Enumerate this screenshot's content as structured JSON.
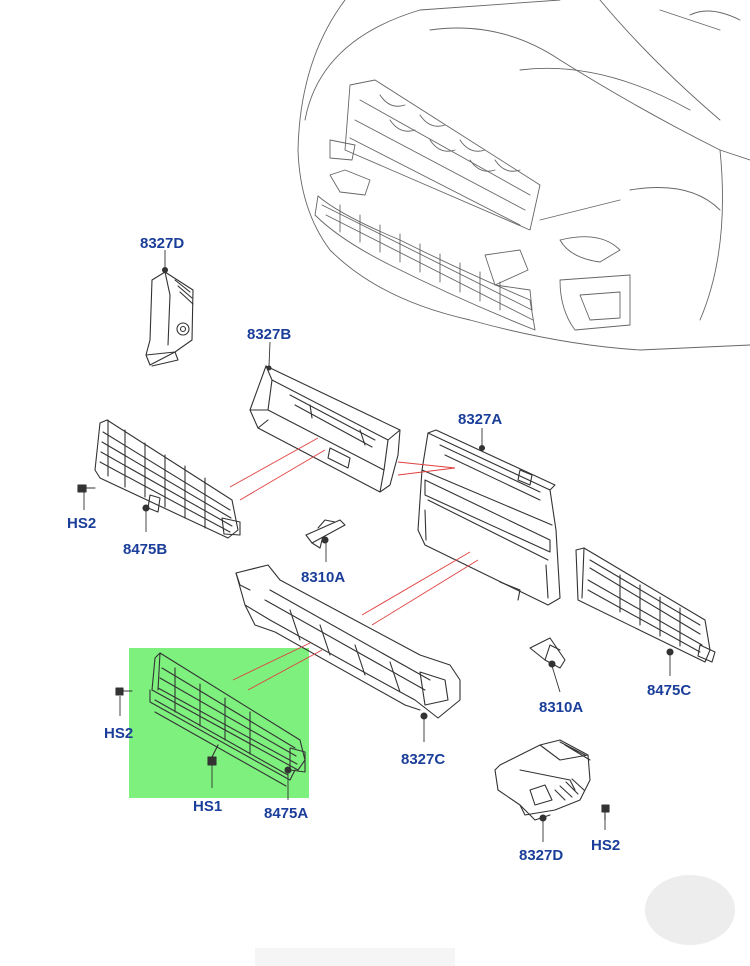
{
  "colors": {
    "label": "#1a3e99",
    "highlight": "#7ef07e",
    "leader_line": "#e04040",
    "line_art": "#333333"
  },
  "callouts": {
    "c8327d_top": "8327D",
    "c8327b": "8327B",
    "c8327a": "8327A",
    "c8475b": "8475B",
    "chs2_left": "HS2",
    "c8310a_mid": "8310A",
    "c8310a_right": "8310A",
    "c8475c": "8475C",
    "chs2_green": "HS2",
    "c8327c": "8327C",
    "chs1": "HS1",
    "c8475a": "8475A",
    "c8327d_bottom": "8327D",
    "chs2_bottom": "HS2"
  },
  "highlighted_part": "8475A"
}
